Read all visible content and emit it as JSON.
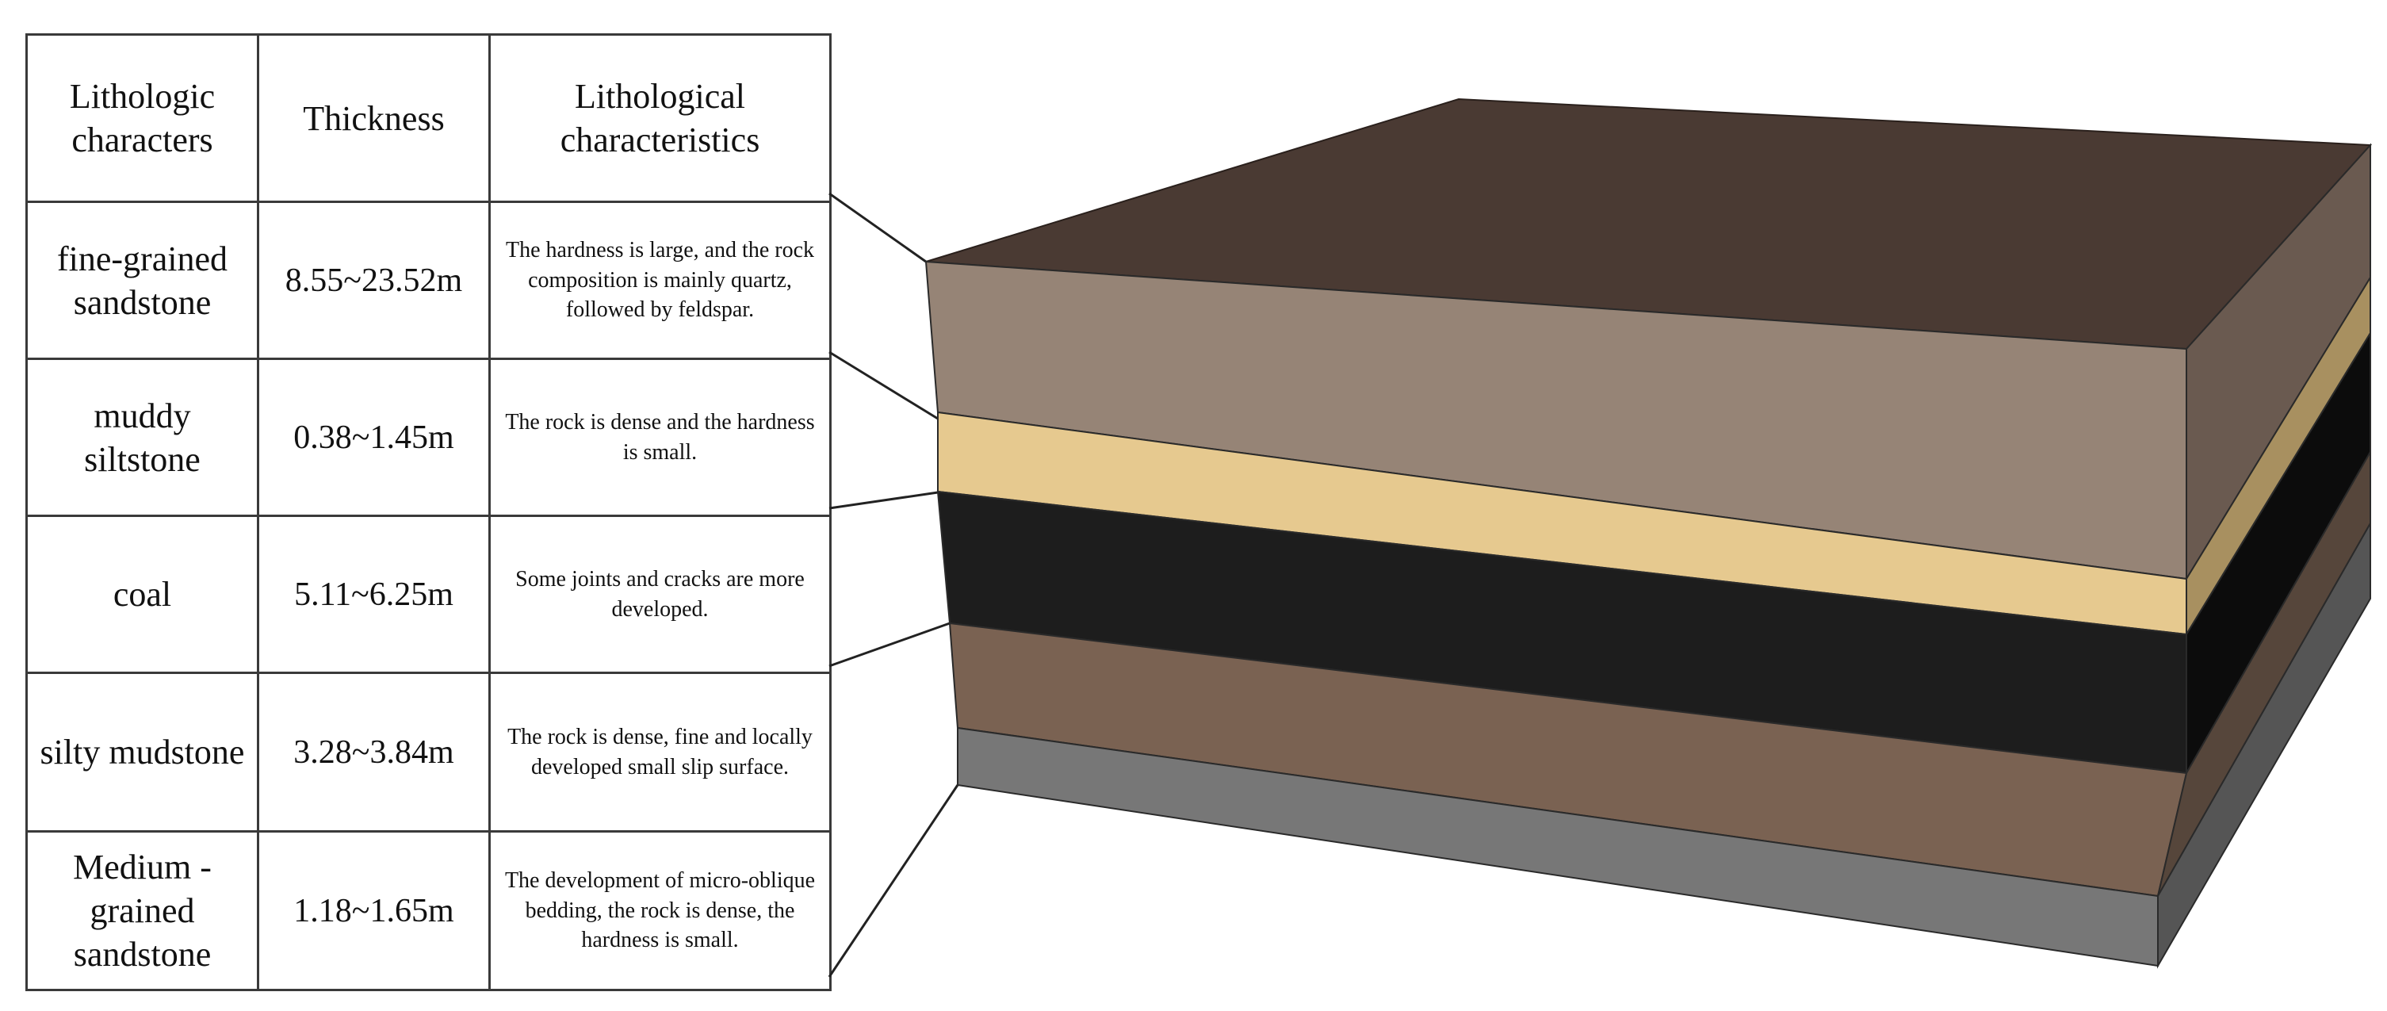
{
  "table": {
    "headers": [
      "Lithologic characters",
      "Thickness",
      "Lithological characteristics"
    ],
    "rows": [
      {
        "name": "fine-grained sandstone",
        "thickness": "8.55~23.52m",
        "characteristics": "The hardness is large, and the rock composition is mainly quartz, followed by feldspar."
      },
      {
        "name": "muddy siltstone",
        "thickness": "0.38~1.45m",
        "characteristics": "The rock is dense and the hardness is small."
      },
      {
        "name": "coal",
        "thickness": "5.11~6.25m",
        "characteristics": "Some joints and cracks are more developed."
      },
      {
        "name": "silty mudstone",
        "thickness": "3.28~3.84m",
        "characteristics": "The rock is dense, fine and locally developed small slip surface."
      },
      {
        "name": "Medium -grained sandstone",
        "thickness": "1.18~1.65m",
        "characteristics": "The development of micro-oblique bedding, the rock is dense, the hardness is small."
      }
    ]
  },
  "model": {
    "top_color": "#4a3a33",
    "layers": [
      {
        "front": "#968476",
        "side": "#6a5a50"
      },
      {
        "front": "#e6c98f",
        "side": "#a89060"
      },
      {
        "front": "#1d1d1d",
        "side": "#0c0c0c"
      },
      {
        "front": "#7a6252",
        "side": "#56463b"
      },
      {
        "front": "#777777",
        "side": "#555555"
      }
    ]
  }
}
